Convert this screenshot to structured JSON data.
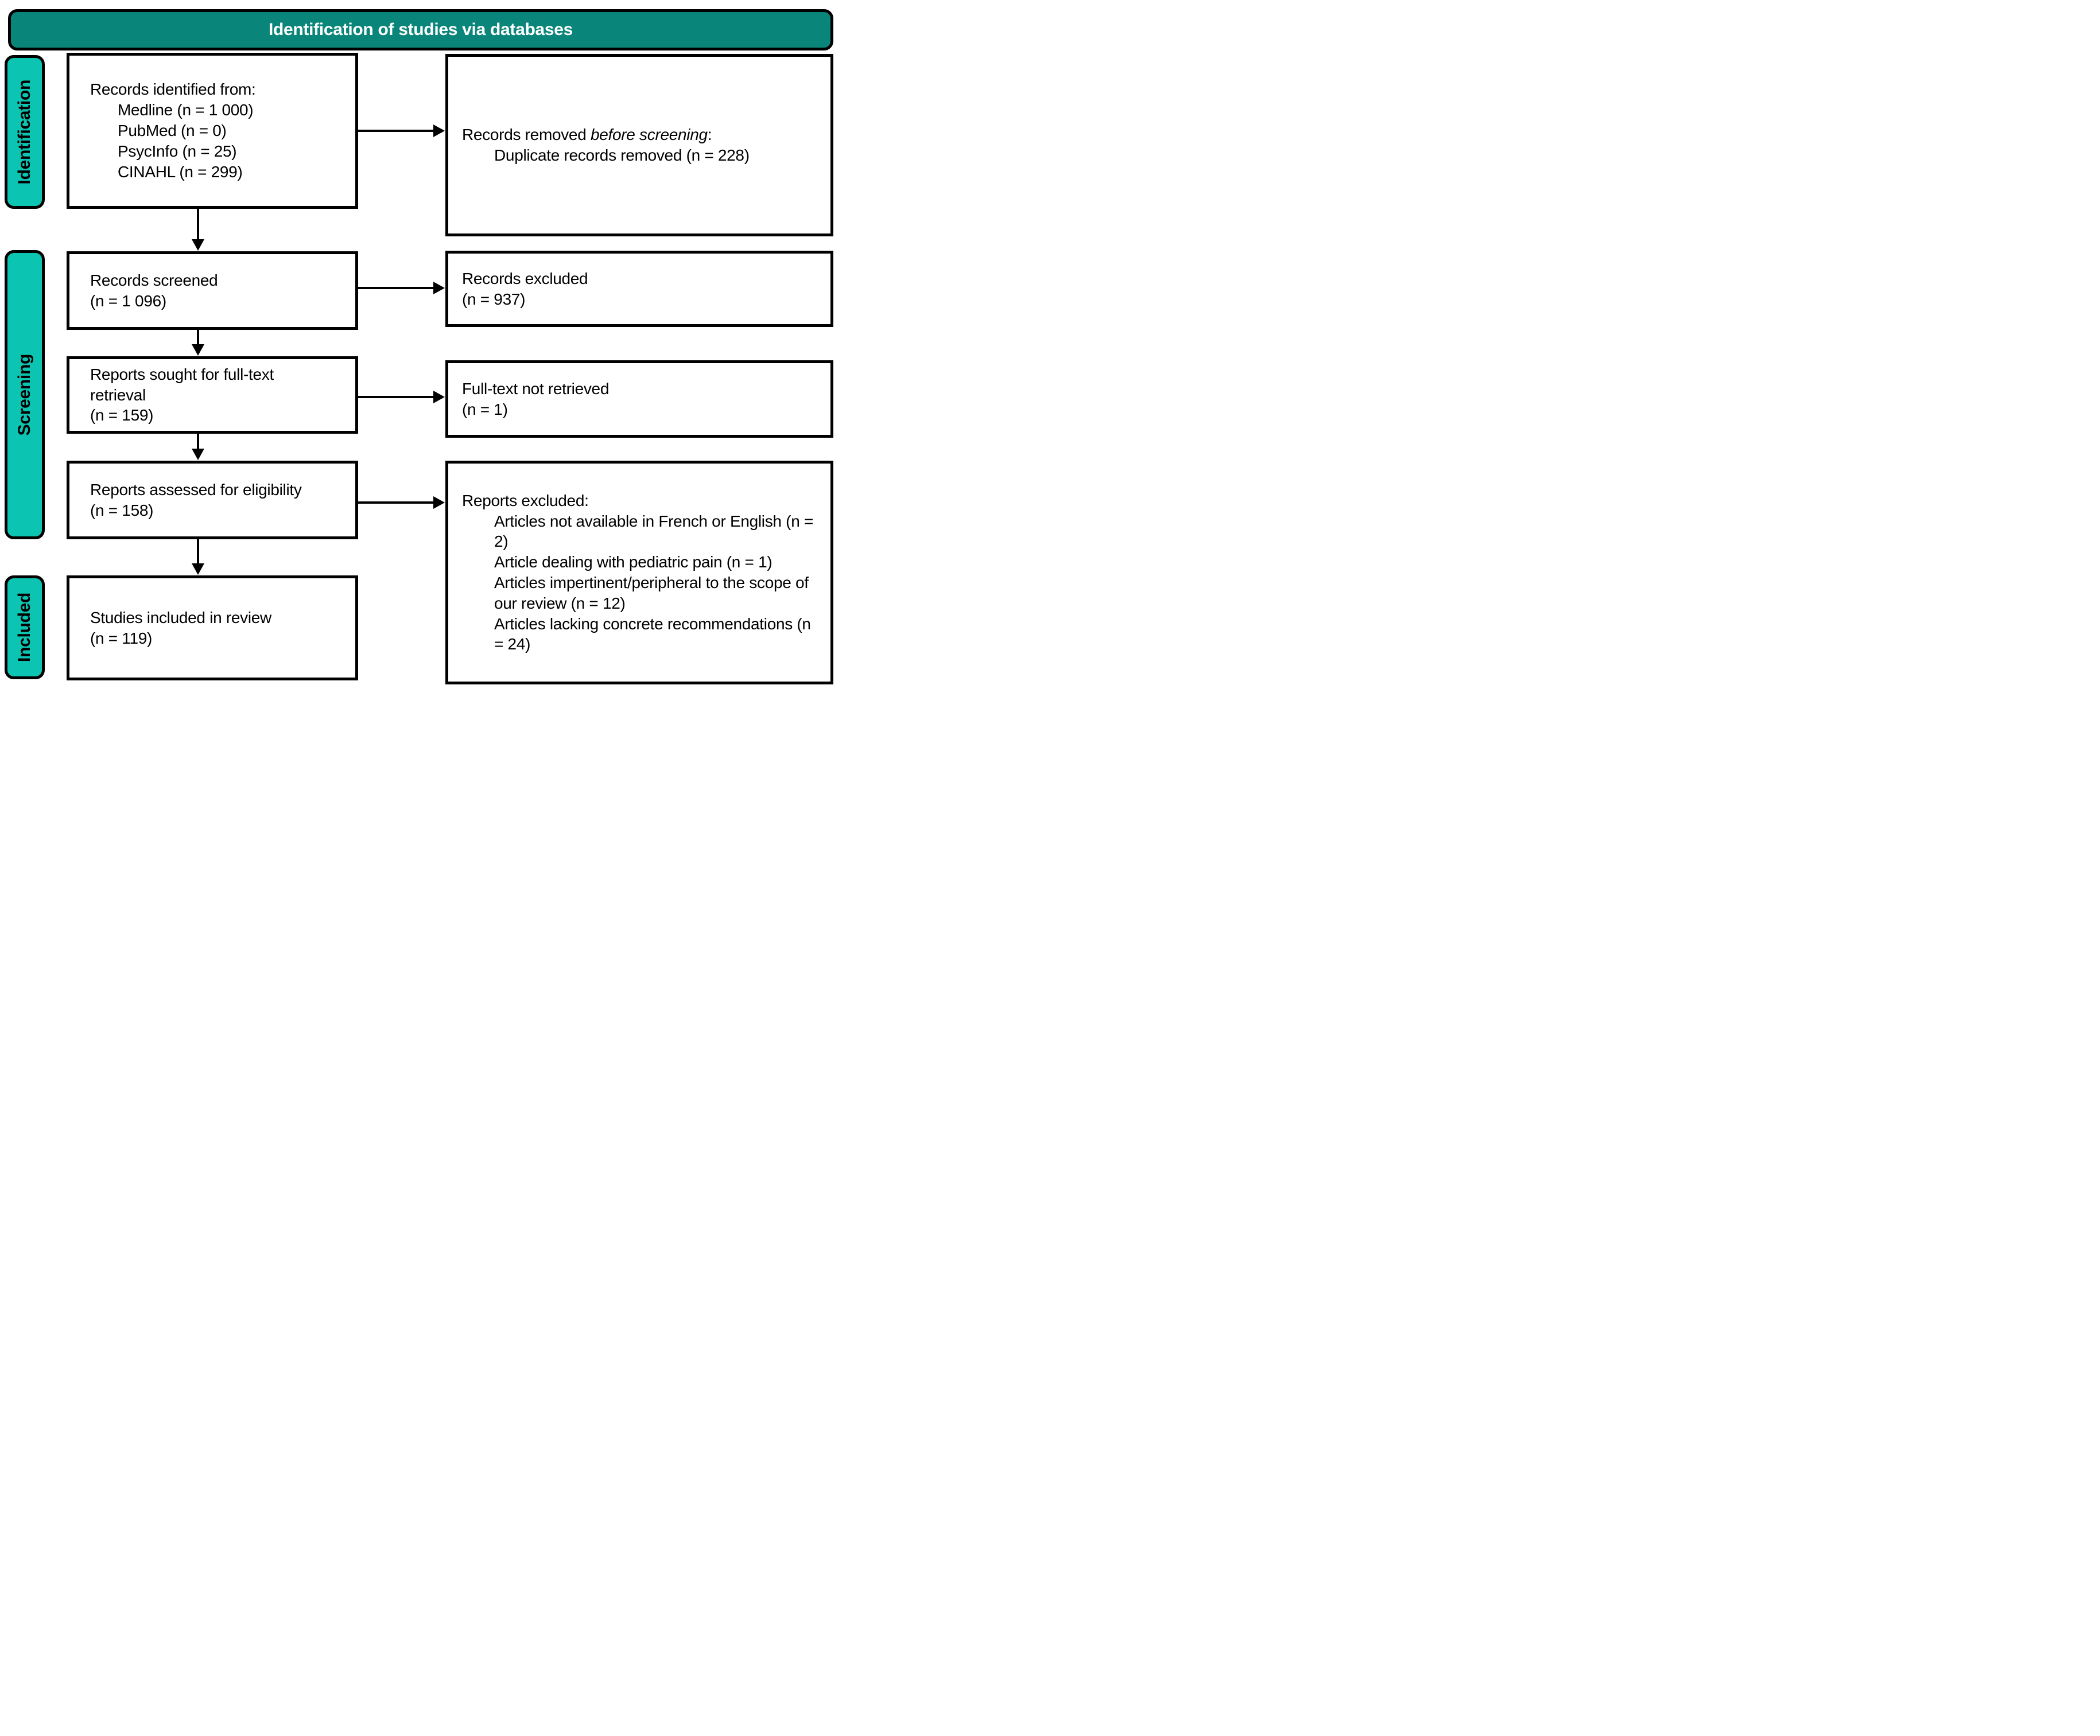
{
  "header": {
    "title": "Identification of studies via databases"
  },
  "sidebar": {
    "stages": [
      "Identification",
      "Screening",
      "Included"
    ]
  },
  "boxes": {
    "records_identified": {
      "title": "Records identified from:",
      "items": [
        "Medline (n = 1 000)",
        "PubMed (n = 0)",
        "PsycInfo (n = 25)",
        "CINAHL (n = 299)"
      ]
    },
    "records_removed": {
      "title_prefix": "Records removed ",
      "title_italic": "before screening",
      "title_suffix": ":",
      "items": [
        "Duplicate records removed (n = 228)"
      ]
    },
    "records_screened": {
      "lines": [
        "Records screened",
        "(n = 1 096)"
      ]
    },
    "records_excluded": {
      "lines": [
        "Records excluded",
        "(n = 937)"
      ]
    },
    "reports_sought": {
      "lines": [
        "Reports sought for full-text",
        "retrieval",
        "(n = 159)"
      ]
    },
    "fulltext_not_retrieved": {
      "lines": [
        "Full-text not retrieved",
        "(n = 1)"
      ]
    },
    "reports_assessed": {
      "lines": [
        "Reports assessed for eligibility",
        "(n = 158)"
      ]
    },
    "reports_excluded": {
      "title": "Reports excluded:",
      "items": [
        "Articles not available in French or English (n = 2)",
        "Article dealing with pediatric pain (n = 1)",
        "Articles impertinent/peripheral to the scope of our review (n = 12)",
        "Articles lacking concrete recommendations (n = 24)"
      ]
    },
    "studies_included": {
      "lines": [
        "Studies included in review",
        "(n = 119)"
      ]
    }
  },
  "colors": {
    "banner_fill": "#0a8579",
    "stage_fill": "#0cc4b2",
    "banner_text": "#ffffff",
    "box_fill": "#ffffff",
    "border": "#000000",
    "text": "#000000"
  }
}
